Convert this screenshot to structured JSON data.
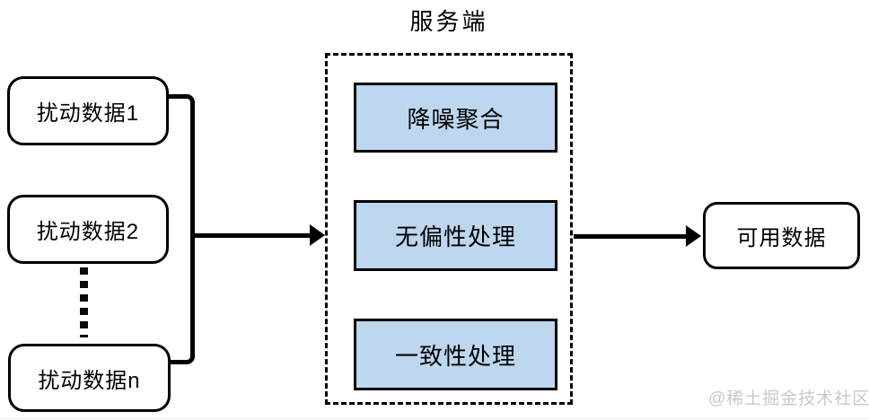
{
  "title": "服务端",
  "left_nodes": [
    {
      "label": "扰动数据1"
    },
    {
      "label": "扰动数据2"
    },
    {
      "label": "扰动数据n"
    }
  ],
  "server_steps": [
    {
      "label": "降噪聚合"
    },
    {
      "label": "无偏性处理"
    },
    {
      "label": "一致性处理"
    }
  ],
  "output_node": {
    "label": "可用数据"
  },
  "watermark": "@稀土掘金技术社区",
  "colors": {
    "step_fill": "#bdd7ee",
    "line": "#000000",
    "watermark": "#c9c9c9",
    "background": "#ffffff"
  }
}
